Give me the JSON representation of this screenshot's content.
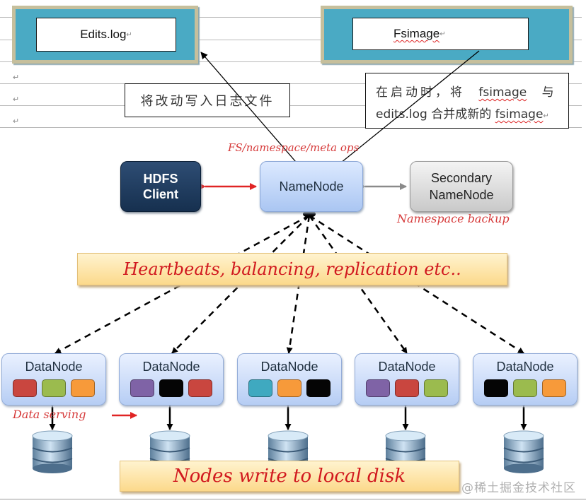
{
  "document": {
    "paragraph_mark": "↵",
    "files": [
      {
        "id": "edits-log",
        "label": "Edits.log",
        "mark": "↵"
      },
      {
        "id": "fsimage",
        "label": "Fsimage",
        "mark": "↵"
      }
    ],
    "notes": {
      "write_log": "将改动写入日志文件",
      "merge_line1_a": "在启动时，将",
      "merge_line1_term": "fsimage",
      "merge_line1_b": "与",
      "merge_line2_a": "edits.log 合并成新的",
      "merge_line2_term": "fsimage",
      "merge_mark": "↵"
    }
  },
  "diagram": {
    "annotations": {
      "fs_ops": "FS/namespace/meta ops",
      "namespace_backup": "Namespace backup",
      "data_serving": "Data serving"
    },
    "nodes": {
      "client": {
        "line1": "HDFS",
        "line2": "Client"
      },
      "namenode": {
        "label": "NameNode"
      },
      "secondary": {
        "line1": "Secondary",
        "line2": "NameNode"
      }
    },
    "banners": {
      "heartbeats": "Heartbeats, balancing, replication etc..",
      "local_disk": "Nodes write to local disk"
    },
    "colors": {
      "red": "#c9463f",
      "green": "#9bbb4e",
      "orange": "#f79a3a",
      "purple": "#7f63a6",
      "black": "#050505",
      "teal": "#3fa9c0",
      "client_arrow": "#e02424",
      "secondary_arrow": "#8a8a8a"
    },
    "datanodes": [
      {
        "label": "DataNode",
        "blocks": [
          "red",
          "green",
          "orange"
        ]
      },
      {
        "label": "DataNode",
        "blocks": [
          "purple",
          "black",
          "red"
        ]
      },
      {
        "label": "DataNode",
        "blocks": [
          "teal",
          "orange",
          "black"
        ]
      },
      {
        "label": "DataNode",
        "blocks": [
          "purple",
          "red",
          "green"
        ]
      },
      {
        "label": "DataNode",
        "blocks": [
          "black",
          "green",
          "orange"
        ]
      }
    ]
  },
  "watermark": "@稀土掘金技术社区"
}
